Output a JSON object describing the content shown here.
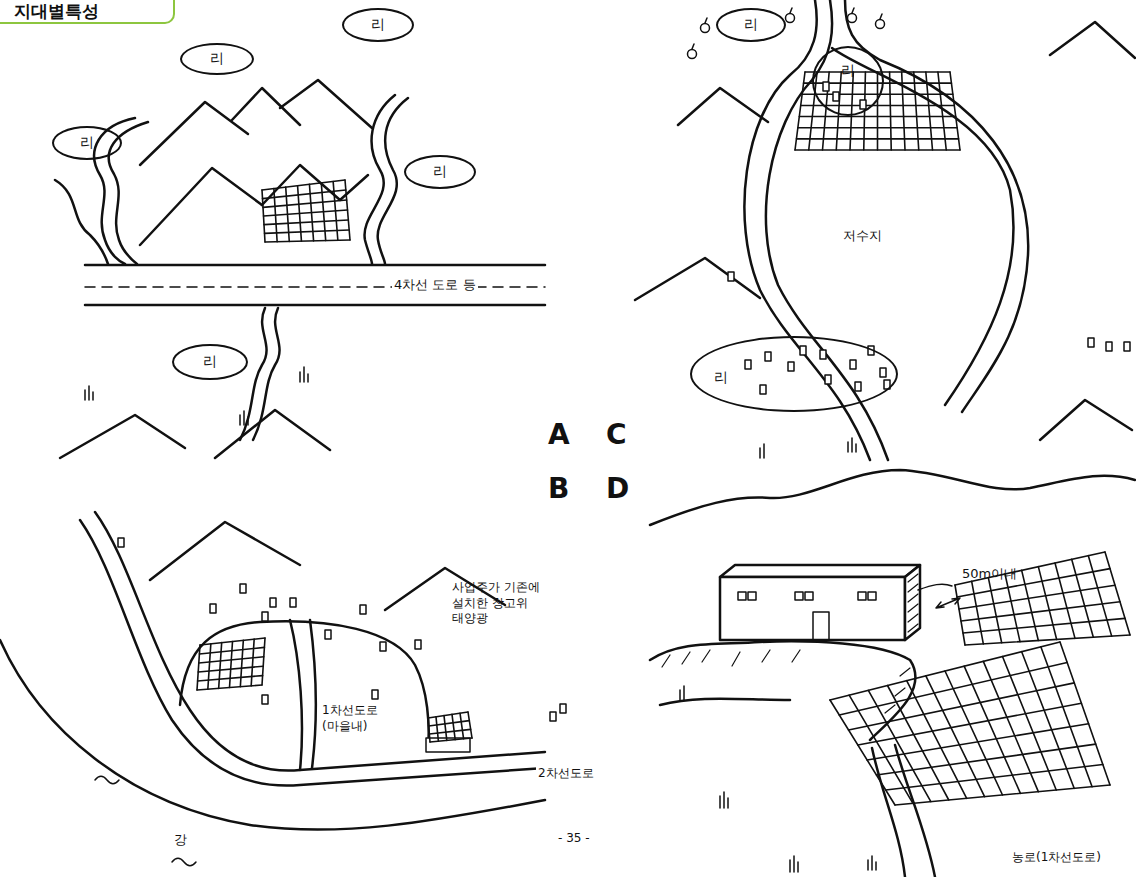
{
  "diagram": {
    "nodes": [
      {
        "text": [
          "지대별특성"
        ]
      },
      {
        "text": [
          "리"
        ]
      },
      {
        "text": [
          "리"
        ]
      },
      {
        "text": [
          "리"
        ]
      },
      {
        "text": [
          "리"
        ]
      },
      {
        "text": [
          "리"
        ]
      },
      {
        "text": [
          "리"
        ]
      },
      {
        "text": [
          "리"
        ]
      },
      {
        "text": [
          "리"
        ]
      }
    ],
    "labels": [
      "4차선 도로 등",
      "A",
      "C",
      "B",
      "D",
      "저수지",
      "사업주가 기존에 설치한 창고위 태양광",
      "1차선도로 (마을내)",
      "2차선도로",
      "강",
      "- 35 -",
      "50m이내",
      "농로(1차선도로)"
    ]
  }
}
